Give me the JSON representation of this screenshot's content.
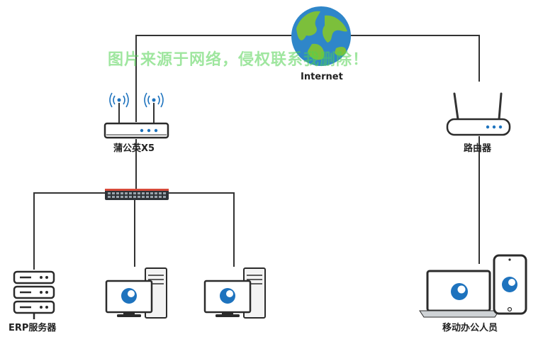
{
  "nodes": {
    "internet": "Internet",
    "ap": "蒲公英X5",
    "router": "路由器",
    "erp": "ERP服务器",
    "mobile": "移动办公人员"
  },
  "watermark": "图片来源于网络，侵权联系我删除！",
  "colors": {
    "line": "#333333",
    "device_border": "#2b2b2b",
    "brand_blue": "#1e73be",
    "globe_water": "#2f86c9",
    "globe_land": "#7cbf3b",
    "watermark": "#50d250"
  }
}
